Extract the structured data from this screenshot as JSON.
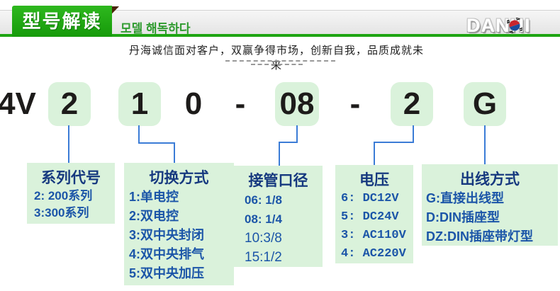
{
  "header": {
    "tab_label": "型号解读",
    "subtitle_korean": "모델 해독하다",
    "logo_text_before": "DA",
    "logo_text_n": "N",
    "logo_text_after": "HI",
    "slogan": "丹海诚信面对客户，双赢争得市场，创新自我，品质成就未来"
  },
  "model_code": {
    "segments": [
      {
        "text": "4V",
        "highlighted": false
      },
      {
        "text": "2",
        "highlighted": true
      },
      {
        "text": "1",
        "highlighted": true
      },
      {
        "text": "0",
        "highlighted": false
      },
      {
        "text": "-",
        "highlighted": false
      },
      {
        "text": "08",
        "highlighted": true
      },
      {
        "text": "-",
        "highlighted": false
      },
      {
        "text": "2",
        "highlighted": true
      },
      {
        "text": "G",
        "highlighted": true
      }
    ]
  },
  "legend_boxes": [
    {
      "title": "系列代号",
      "items": [
        "2: 200系列",
        "3:300系列"
      ]
    },
    {
      "title": "切换方式",
      "items": [
        "1:单电控",
        "2:双电控",
        "3:双中央封闭",
        "4:双中央排气",
        "5:双中央加压"
      ]
    },
    {
      "title": "接管口径",
      "items": [
        "06: 1/8",
        "08: 1/4",
        "10:3/8",
        "15:1/2"
      ]
    },
    {
      "title": "电压",
      "items": [
        "6: DC12V",
        "5: DC24V",
        "3: AC110V",
        "4: AC220V"
      ]
    },
    {
      "title": "出线方式",
      "items": [
        "G:直接出线型",
        "D:DIN插座型",
        "DZ:DIN插座带灯型"
      ]
    }
  ],
  "colors": {
    "accent_green": "#1ea512",
    "light_green_box": "#daf2db",
    "connector_blue": "#3b7cd6",
    "legend_title_blue": "#16397f",
    "legend_item_blue": "#1b55a8",
    "korean_text_green": "#2f9b2f",
    "fold_brown": "#4a2408"
  }
}
